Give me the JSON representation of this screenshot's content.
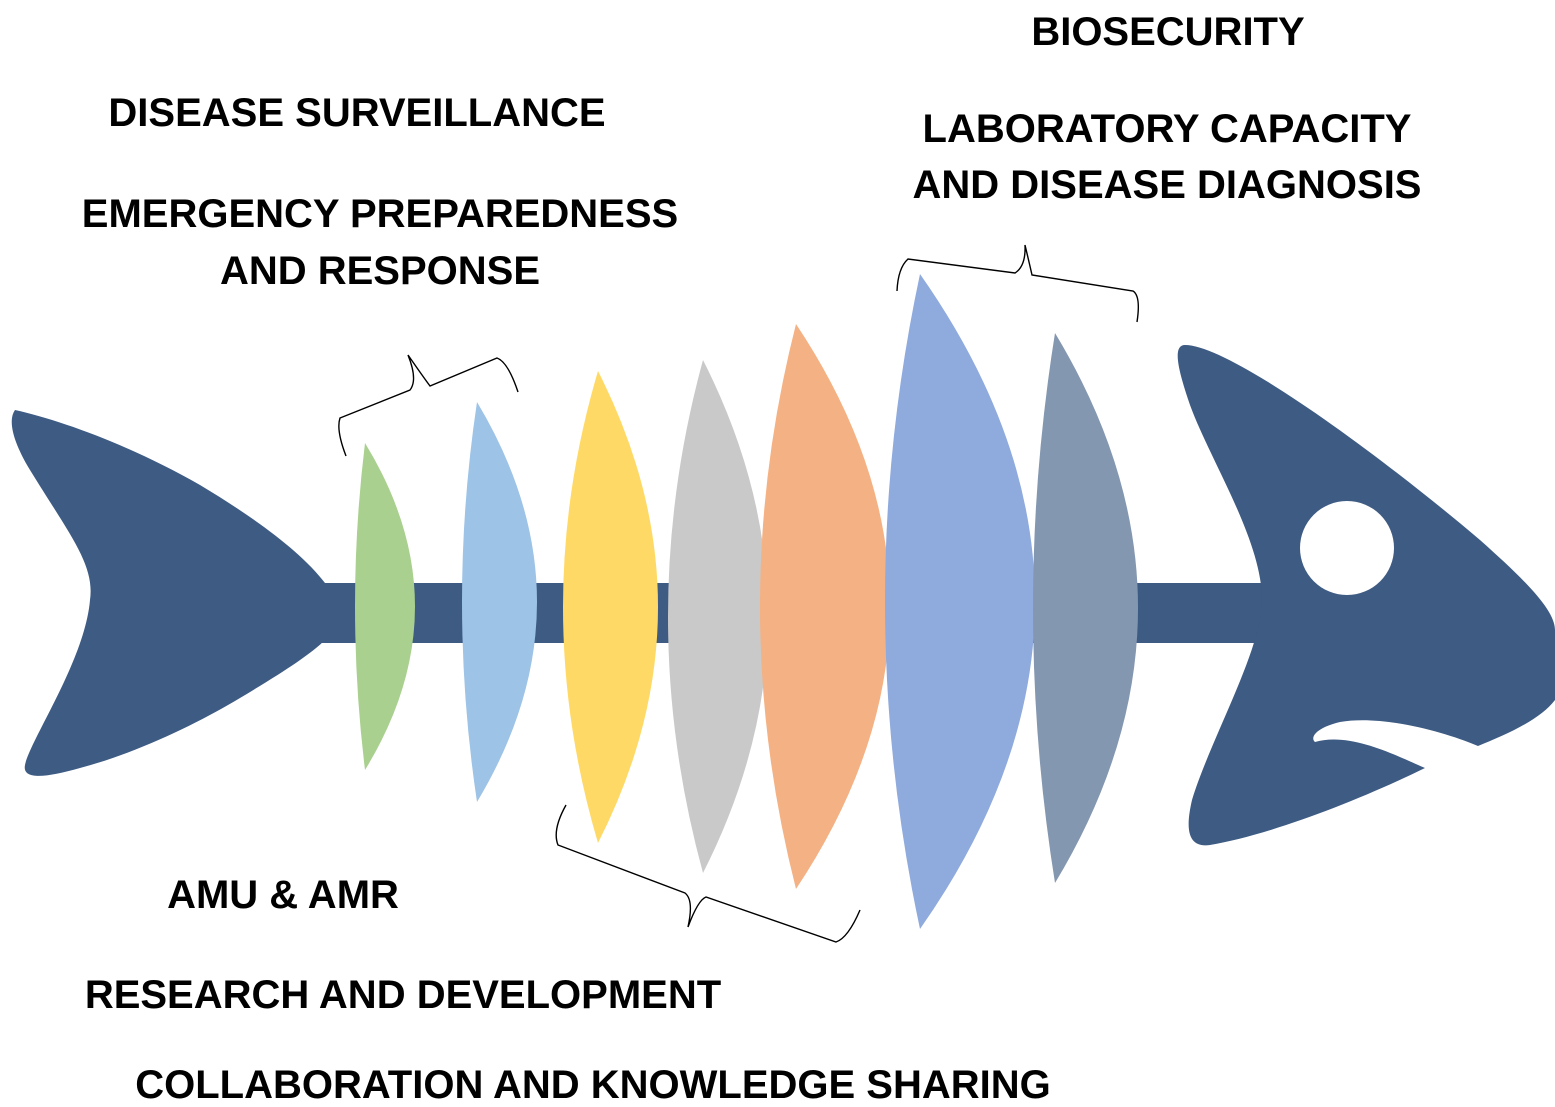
{
  "colors": {
    "fish": "#3d5b83",
    "eye": "#ffffff",
    "ribs": [
      "#a9d08e",
      "#9dc3e6",
      "#ffd966",
      "#c9c9c9",
      "#f4b183",
      "#8faadc",
      "#8497b0"
    ]
  },
  "labels": {
    "biosecurity": "BIOSECURITY",
    "disease_surveillance": "DISEASE SURVEILLANCE",
    "lab_capacity_line1": "LABORATORY CAPACITY",
    "lab_capacity_line2": "AND DISEASE DIAGNOSIS",
    "emergency_line1": "EMERGENCY PREPAREDNESS",
    "emergency_line2": "AND RESPONSE",
    "amu_amr": "AMU & AMR",
    "research": "RESEARCH AND DEVELOPMENT",
    "collaboration": "COLLABORATION AND KNOWLEDGE SHARING"
  }
}
